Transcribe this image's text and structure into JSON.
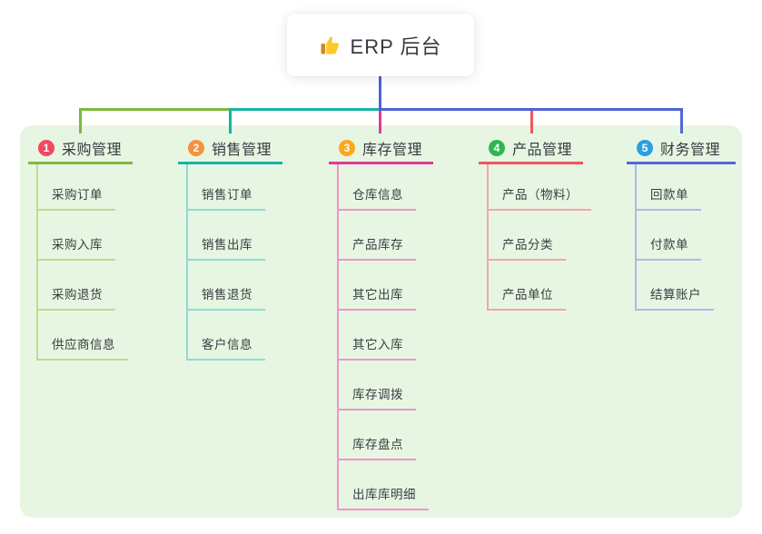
{
  "root": {
    "label": "ERP 后台",
    "icon": "thumbs-up-icon",
    "line_color": "#4f63d2"
  },
  "canvas": {
    "background": "#ffffff",
    "panel_background": "#e7f6e2"
  },
  "branches": [
    {
      "badge": "1",
      "label": "采购管理",
      "badge_color": "#ef4a61",
      "line_color": "#7cb93e",
      "child_line_color": "#b9dd92",
      "children": [
        "采购订单",
        "采购入库",
        "采购退货",
        "供应商信息"
      ]
    },
    {
      "badge": "2",
      "label": "销售管理",
      "badge_color": "#f5923e",
      "line_color": "#17b3a6",
      "child_line_color": "#8fdcd5",
      "children": [
        "销售订单",
        "销售出库",
        "销售退货",
        "客户信息"
      ]
    },
    {
      "badge": "3",
      "label": "库存管理",
      "badge_color": "#f9a91d",
      "line_color": "#e03a9c",
      "child_line_color": "#f294c9",
      "children": [
        "仓库信息",
        "产品库存",
        "其它出库",
        "其它入库",
        "库存调拨",
        "库存盘点",
        "出库库明细"
      ]
    },
    {
      "badge": "4",
      "label": "产品管理",
      "badge_color": "#2db84f",
      "line_color": "#f25560",
      "child_line_color": "#f8a3a9",
      "children": [
        "产品（物料）",
        "产品分类",
        "产品单位"
      ]
    },
    {
      "badge": "5",
      "label": "财务管理",
      "badge_color": "#29a0e0",
      "line_color": "#5069d3",
      "child_line_color": "#a9bbe8",
      "children": [
        "回款单",
        "付款单",
        "结算账户"
      ]
    }
  ]
}
